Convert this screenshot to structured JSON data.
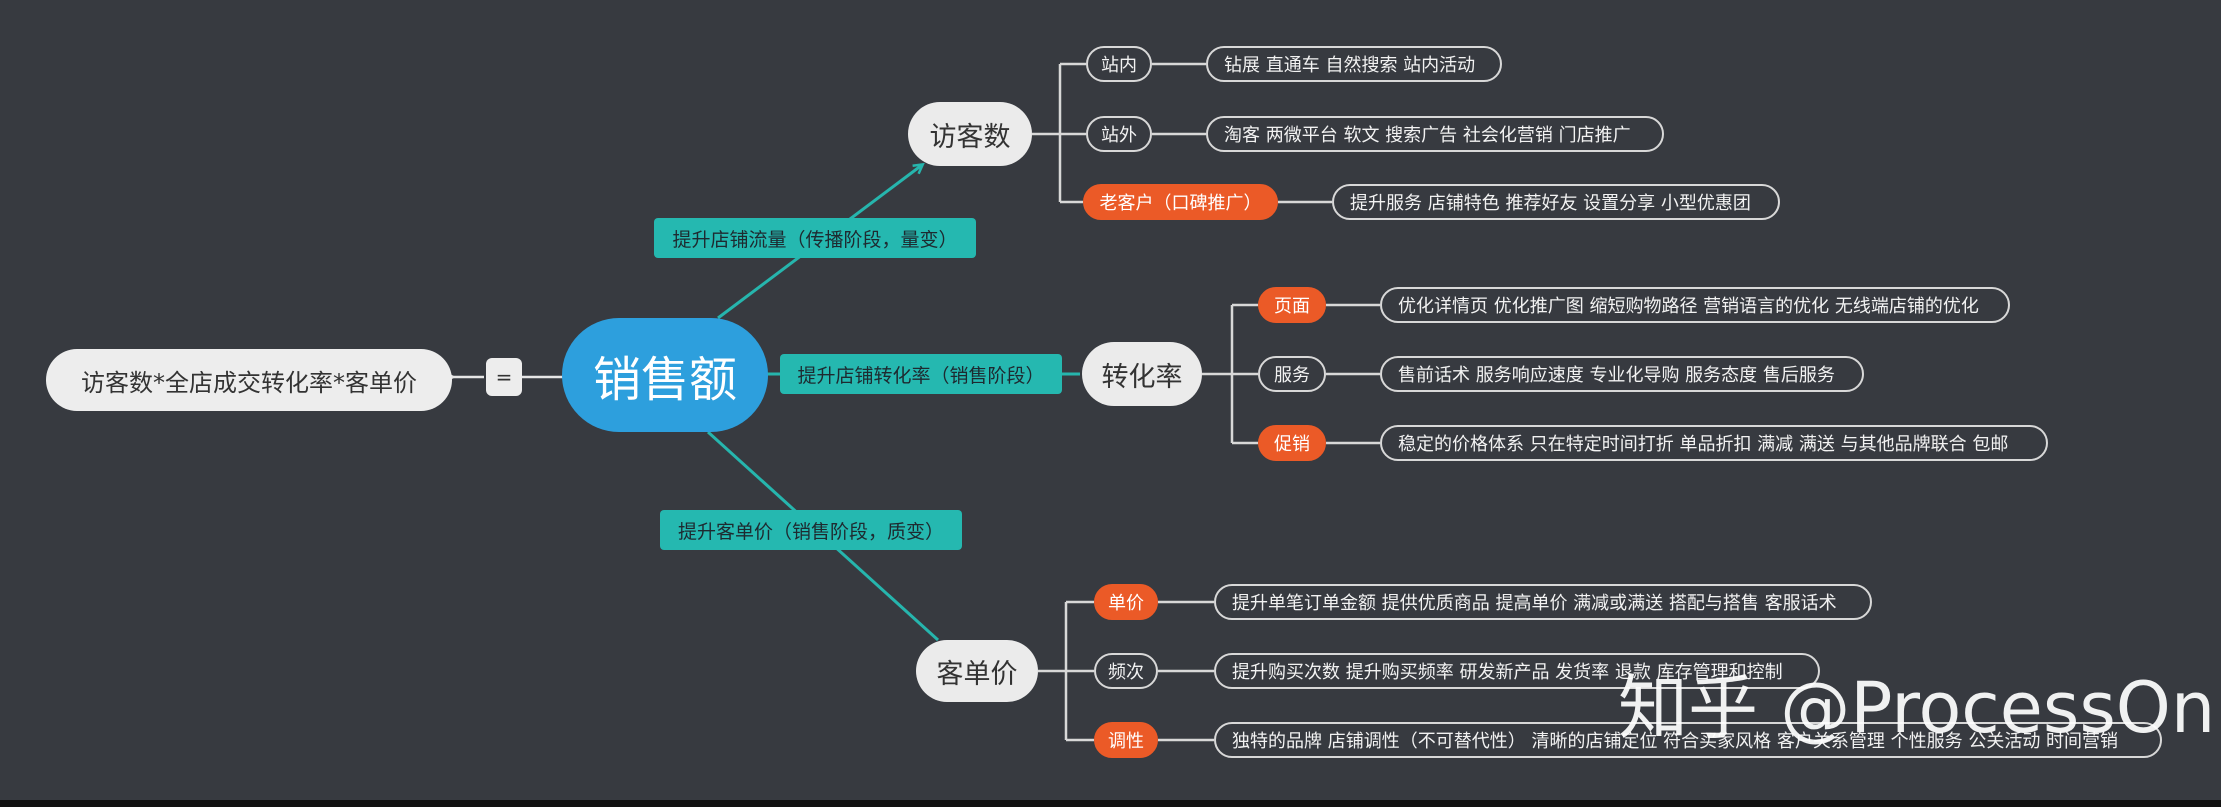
{
  "root": {
    "label": "销售额"
  },
  "formula": {
    "label": "访客数*全店成交转化率*客单价",
    "equals": "="
  },
  "edges": {
    "traffic": "提升店铺流量（传播阶段，量变）",
    "conversion": "提升店铺转化率（销售阶段）",
    "order_value": "提升客单价（销售阶段，质变）"
  },
  "visitors": {
    "label": "访客数",
    "items": [
      {
        "label": "站内",
        "highlight": false,
        "detail": "钻展  直通车  自然搜索  站内活动"
      },
      {
        "label": "站外",
        "highlight": false,
        "detail": "淘客  两微平台  软文  搜索广告  社会化营销  门店推广"
      },
      {
        "label": "老客户（口碑推广）",
        "highlight": true,
        "detail": "提升服务  店铺特色  推荐好友  设置分享  小型优惠团"
      }
    ]
  },
  "conversion_rate": {
    "label": "转化率",
    "items": [
      {
        "label": "页面",
        "highlight": true,
        "detail": "优化详情页  优化推广图  缩短购物路径  营销语言的优化  无线端店铺的优化"
      },
      {
        "label": "服务",
        "highlight": false,
        "detail": "售前话术  服务响应速度  专业化导购  服务态度  售后服务"
      },
      {
        "label": "促销",
        "highlight": true,
        "detail": "稳定的价格体系  只在特定时间打折  单品折扣  满减  满送  与其他品牌联合  包邮"
      }
    ]
  },
  "avg_order_value": {
    "label": "客单价",
    "items": [
      {
        "label": "单价",
        "highlight": true,
        "detail": "提升单笔订单金额  提供优质商品  提高单价  满减或满送  搭配与搭售  客服话术"
      },
      {
        "label": "频次",
        "highlight": false,
        "detail": "提升购买次数  提升购买频率  研发新产品  发货率  退款  库存管理和控制"
      },
      {
        "label": "调性",
        "highlight": true,
        "detail": "独特的品牌  店铺调性（不可替代性）  清晰的店铺定位  符合买家风格  客户关系管理  个性服务  公关活动  时间营销"
      }
    ]
  },
  "watermark": {
    "text": "知乎 @ProcessOn"
  },
  "colors": {
    "background": "#373a40",
    "root": "#2d9fdd",
    "edge_label": "#25b8b0",
    "highlight": "#eb5a27",
    "line": "#26b5ad"
  }
}
